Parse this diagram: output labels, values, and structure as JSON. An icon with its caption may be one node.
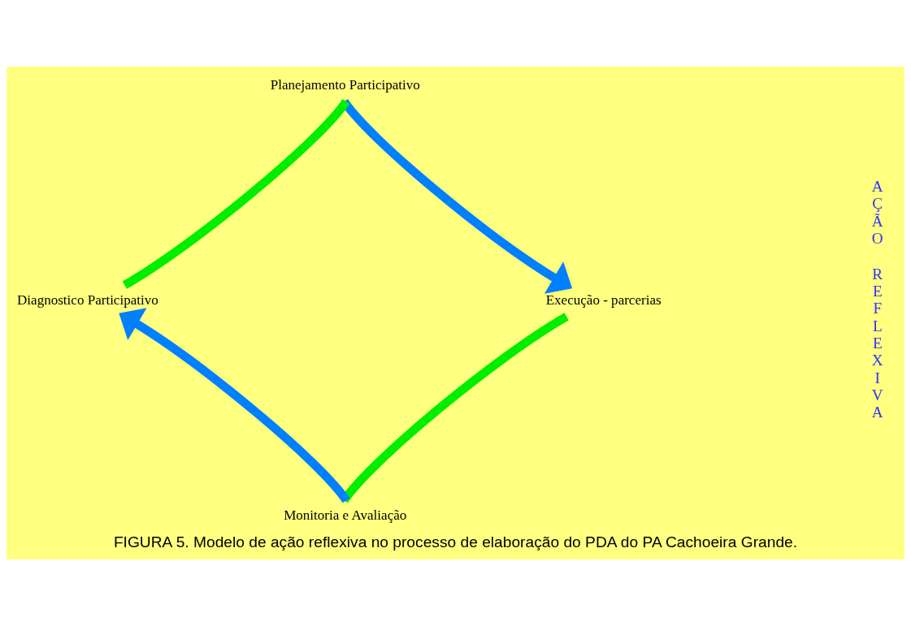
{
  "diagram": {
    "caption": "FIGURA 5. Modelo de ação reflexiva no processo de elaboração do PDA do PA Cachoeira Grande.",
    "nodes": [
      {
        "text": [
          "Planejamento Participativo"
        ]
      },
      {
        "text": [
          "Execução - parcerias"
        ]
      },
      {
        "text": [
          "Monitoria e Avaliação"
        ]
      },
      {
        "text": [
          "Diagnostico Participativo"
        ]
      }
    ],
    "edges": [
      {
        "from": 3,
        "to": 0,
        "arrow": "none",
        "color": "#00ee00"
      },
      {
        "from": 0,
        "to": 1,
        "arrow": "to",
        "color": "#0080ff"
      },
      {
        "from": 1,
        "to": 2,
        "arrow": "none",
        "color": "#00ee00"
      },
      {
        "from": 2,
        "to": 3,
        "arrow": "to",
        "color": "#0080ff"
      }
    ],
    "labels": [
      "AÇÃO REFLEXIVA"
    ]
  }
}
